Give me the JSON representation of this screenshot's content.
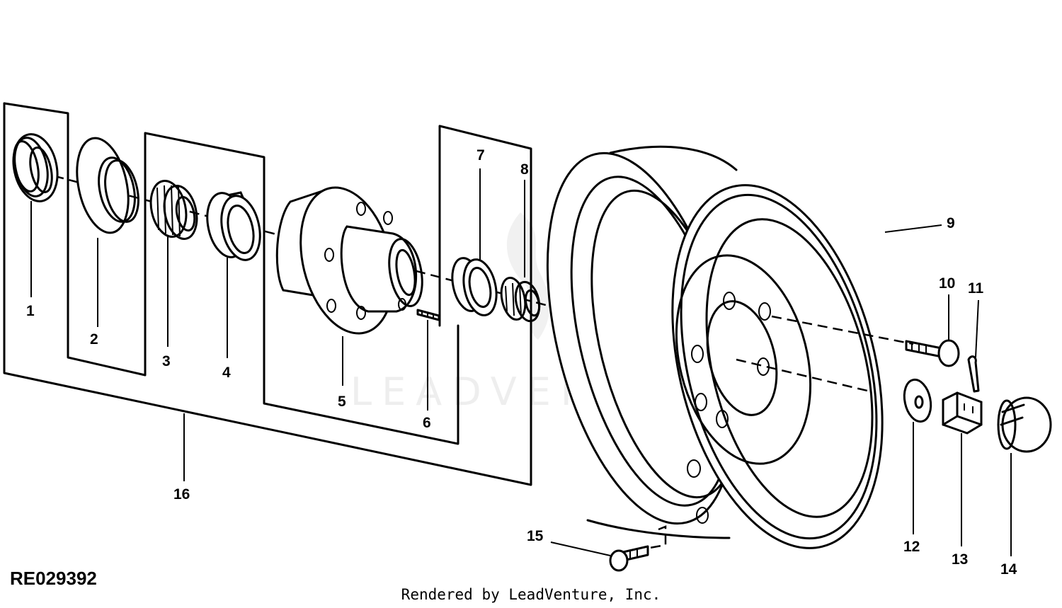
{
  "drawing_id": "RE029392",
  "footer_text": "Rendered by LeadVenture, Inc.",
  "watermark_text": "LEADVENTURE",
  "callouts": [
    "1",
    "2",
    "3",
    "4",
    "5",
    "6",
    "7",
    "8",
    "9",
    "10",
    "11",
    "12",
    "13",
    "14",
    "15",
    "16"
  ],
  "colors": {
    "line": "#000000",
    "background": "#ffffff",
    "watermark": "#eeeeee"
  }
}
